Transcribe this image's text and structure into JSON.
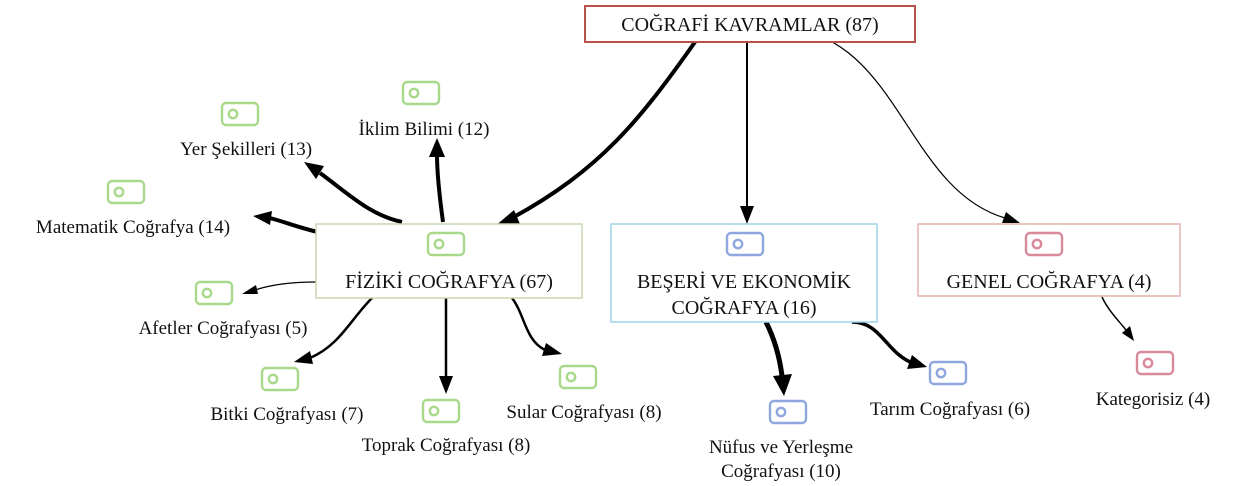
{
  "colors": {
    "root_border": "#b5534a",
    "fiziki": "#a8d98a",
    "fiziki_border": "#c9d6b0",
    "beseri": "#8fa6df",
    "beseri_border": "#9fd3e6",
    "genel": "#d98a9a",
    "genel_border": "#e2b3ad",
    "edge": "#000000"
  },
  "root": {
    "label": "COĞRAFİ KAVRAMLAR (87)"
  },
  "categories": {
    "fiziki": {
      "label": "FİZİKİ COĞRAFYA (67)",
      "icon": "tag-icon"
    },
    "beseri": {
      "label_line1": "BEŞERİ VE EKONOMİK",
      "label_line2": "COĞRAFYA (16)",
      "icon": "tag-icon"
    },
    "genel": {
      "label": "GENEL COĞRAFYA (4)",
      "icon": "tag-icon"
    }
  },
  "fiziki_children": {
    "iklim": "İklim Bilimi (12)",
    "yer": "Yer Şekilleri (13)",
    "matematik": "Matematik Coğrafya (14)",
    "afetler": "Afetler Coğrafyası (5)",
    "bitki": "Bitki Coğrafyası (7)",
    "toprak": "Toprak Coğrafyası (8)",
    "sular": "Sular Coğrafyası (8)"
  },
  "beseri_children": {
    "nufus_line1": "Nüfus ve Yerleşme",
    "nufus_line2": "Coğrafyası (10)",
    "tarim": "Tarım Coğrafyası (6)"
  },
  "genel_children": {
    "kategorisiz": "Kategorisiz (4)"
  }
}
